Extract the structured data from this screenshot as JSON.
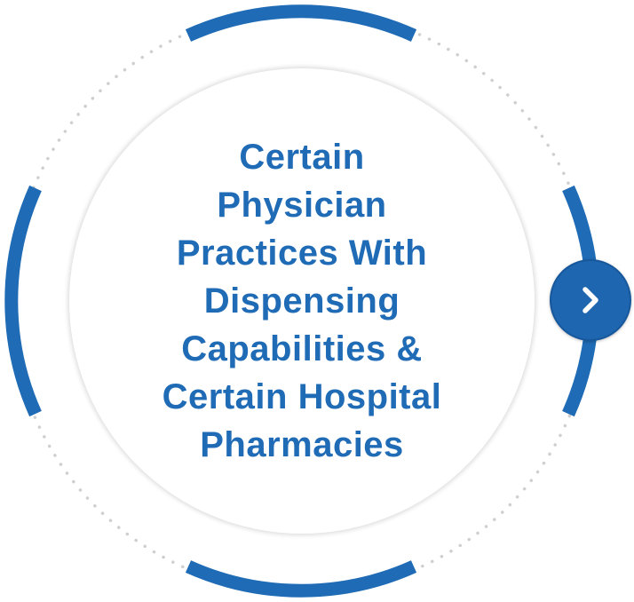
{
  "colors": {
    "accent": "#1f6bb5",
    "ring_dots": "#d0d0d0",
    "button_bg": "#1e66b0",
    "icon": "#ffffff"
  },
  "title": {
    "lines": [
      "Certain",
      "Physician",
      "Practices With",
      "Dispensing",
      "Capabilities &",
      "Certain Hospital",
      "Pharmacies"
    ]
  },
  "icons": {
    "next": "chevron-right-icon"
  }
}
